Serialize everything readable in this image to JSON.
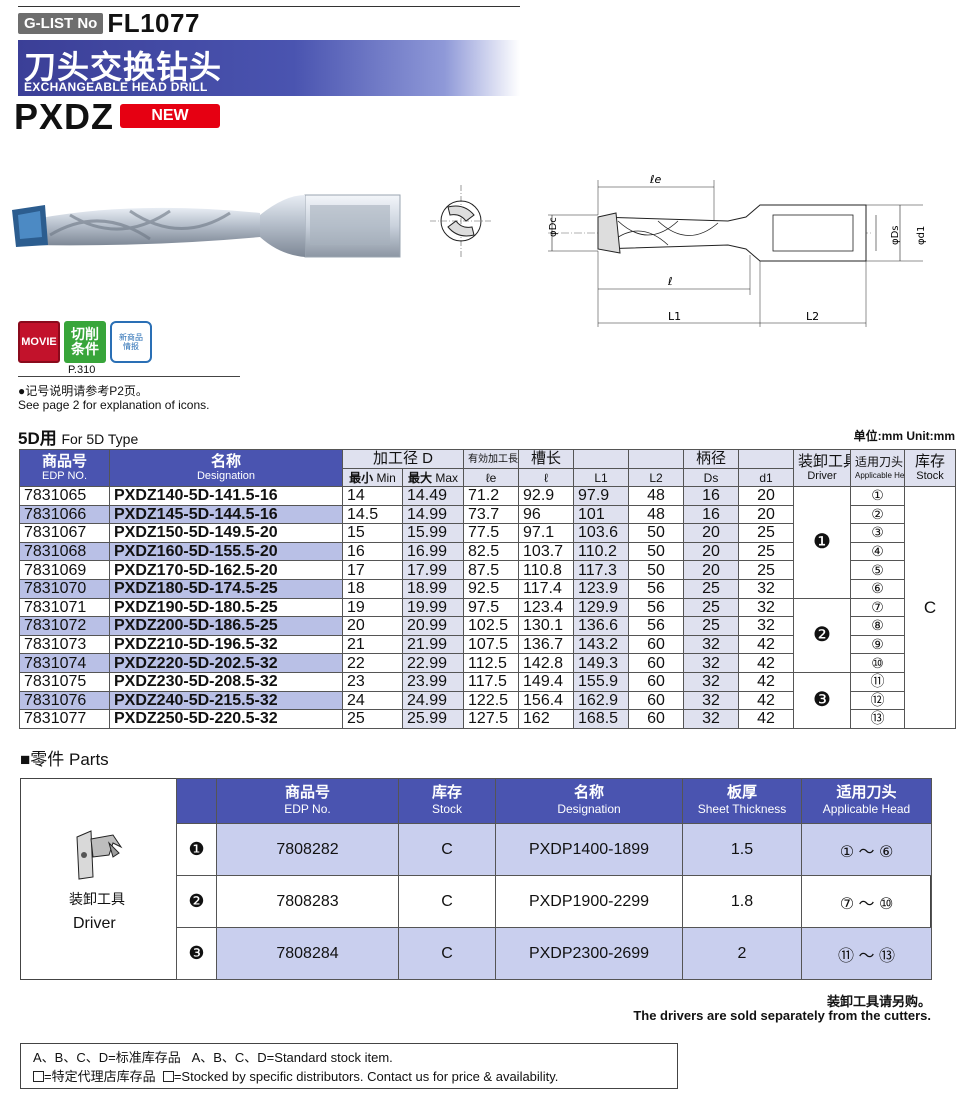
{
  "header": {
    "glist_label": "G-LIST No",
    "glist_no": "FL1077",
    "title_zh": "刀头交换钻头",
    "title_en": "EXCHANGEABLE HEAD DRILL",
    "product": "PXDZ",
    "badge": "NEW"
  },
  "drawing": {
    "le": "ℓe",
    "l": "ℓ",
    "L1": "L1",
    "L2": "L2",
    "Dc": "φDc",
    "Ds": "φDs",
    "d1": "φd1"
  },
  "icons": {
    "movie": "MOVIE",
    "cut_line1": "切削",
    "cut_line2": "条件",
    "new_line1": "新商品",
    "new_line2": "情报",
    "page": "P.310"
  },
  "notes": {
    "line1": "●记号说明请参考P2页。",
    "line2": "See page 2 for explanation of icons."
  },
  "section": {
    "title_zh": "5D用",
    "title_en": "For 5D Type",
    "unit": "单位:mm   Unit:mm"
  },
  "table_header": {
    "edp_zh": "商品号",
    "edp_en": "EDP NO.",
    "name_zh": "名称",
    "name_en": "Designation",
    "d_zh": "加工径 D",
    "min_zh": "最小",
    "min_en": "Min",
    "max_zh": "最大",
    "max_en": "Max",
    "le_zh": "有効加工長",
    "le_en": "ℓe",
    "l_zh": "槽长",
    "l_en": "ℓ",
    "L1": "L1",
    "L2": "L2",
    "ds_zh": "柄径",
    "ds_en": "Ds",
    "d1": "d1",
    "driver_zh": "装卸工具",
    "driver_en": "Driver",
    "head_zh": "适用刀头",
    "head_en": "Applicable Head",
    "stock_zh": "库存",
    "stock_en": "Stock"
  },
  "rows": [
    {
      "edp": "7831065",
      "name": "PXDZ140-5D-141.5-16",
      "min": "14",
      "max": "14.49",
      "le": "71.2",
      "l": "92.9",
      "L1": "97.9",
      "L2": "48",
      "Ds": "16",
      "d1": "20",
      "head": "①"
    },
    {
      "edp": "7831066",
      "name": "PXDZ145-5D-144.5-16",
      "min": "14.5",
      "max": "14.99",
      "le": "73.7",
      "l": "96",
      "L1": "101",
      "L2": "48",
      "Ds": "16",
      "d1": "20",
      "head": "②"
    },
    {
      "edp": "7831067",
      "name": "PXDZ150-5D-149.5-20",
      "min": "15",
      "max": "15.99",
      "le": "77.5",
      "l": "97.1",
      "L1": "103.6",
      "L2": "50",
      "Ds": "20",
      "d1": "25",
      "head": "③"
    },
    {
      "edp": "7831068",
      "name": "PXDZ160-5D-155.5-20",
      "min": "16",
      "max": "16.99",
      "le": "82.5",
      "l": "103.7",
      "L1": "110.2",
      "L2": "50",
      "Ds": "20",
      "d1": "25",
      "head": "④"
    },
    {
      "edp": "7831069",
      "name": "PXDZ170-5D-162.5-20",
      "min": "17",
      "max": "17.99",
      "le": "87.5",
      "l": "110.8",
      "L1": "117.3",
      "L2": "50",
      "Ds": "20",
      "d1": "25",
      "head": "⑤"
    },
    {
      "edp": "7831070",
      "name": "PXDZ180-5D-174.5-25",
      "min": "18",
      "max": "18.99",
      "le": "92.5",
      "l": "117.4",
      "L1": "123.9",
      "L2": "56",
      "Ds": "25",
      "d1": "32",
      "head": "⑥"
    },
    {
      "edp": "7831071",
      "name": "PXDZ190-5D-180.5-25",
      "min": "19",
      "max": "19.99",
      "le": "97.5",
      "l": "123.4",
      "L1": "129.9",
      "L2": "56",
      "Ds": "25",
      "d1": "32",
      "head": "⑦"
    },
    {
      "edp": "7831072",
      "name": "PXDZ200-5D-186.5-25",
      "min": "20",
      "max": "20.99",
      "le": "102.5",
      "l": "130.1",
      "L1": "136.6",
      "L2": "56",
      "Ds": "25",
      "d1": "32",
      "head": "⑧"
    },
    {
      "edp": "7831073",
      "name": "PXDZ210-5D-196.5-32",
      "min": "21",
      "max": "21.99",
      "le": "107.5",
      "l": "136.7",
      "L1": "143.2",
      "L2": "60",
      "Ds": "32",
      "d1": "42",
      "head": "⑨"
    },
    {
      "edp": "7831074",
      "name": "PXDZ220-5D-202.5-32",
      "min": "22",
      "max": "22.99",
      "le": "112.5",
      "l": "142.8",
      "L1": "149.3",
      "L2": "60",
      "Ds": "32",
      "d1": "42",
      "head": "⑩"
    },
    {
      "edp": "7831075",
      "name": "PXDZ230-5D-208.5-32",
      "min": "23",
      "max": "23.99",
      "le": "117.5",
      "l": "149.4",
      "L1": "155.9",
      "L2": "60",
      "Ds": "32",
      "d1": "42",
      "head": "⑪"
    },
    {
      "edp": "7831076",
      "name": "PXDZ240-5D-215.5-32",
      "min": "24",
      "max": "24.99",
      "le": "122.5",
      "l": "156.4",
      "L1": "162.9",
      "L2": "60",
      "Ds": "32",
      "d1": "42",
      "head": "⑫"
    },
    {
      "edp": "7831077",
      "name": "PXDZ250-5D-220.5-32",
      "min": "25",
      "max": "25.99",
      "le": "127.5",
      "l": "162",
      "L1": "168.5",
      "L2": "60",
      "Ds": "32",
      "d1": "42",
      "head": "⑬"
    }
  ],
  "drivers": [
    "❶",
    "❷",
    "❸"
  ],
  "stock_all": "C",
  "parts": {
    "title": "■零件 Parts",
    "driver_zh": "装卸工具",
    "driver_en": "Driver",
    "header": {
      "edp_zh": "商品号",
      "edp_en": "EDP No.",
      "stock_zh": "库存",
      "stock_en": "Stock",
      "name_zh": "名称",
      "name_en": "Designation",
      "thick_zh": "板厚",
      "thick_en": "Sheet Thickness",
      "head_zh": "适用刀头",
      "head_en": "Applicable Head"
    },
    "rows": [
      {
        "mark": "❶",
        "edp": "7808282",
        "stock": "C",
        "name": "PXDP1400-1899",
        "thick": "1.5",
        "head": "① ～ ⑥"
      },
      {
        "mark": "❷",
        "edp": "7808283",
        "stock": "C",
        "name": "PXDP1900-2299",
        "thick": "1.8",
        "head": "⑦ ～ ⑩"
      },
      {
        "mark": "❸",
        "edp": "7808284",
        "stock": "C",
        "name": "PXDP2300-2699",
        "thick": "2",
        "head": "⑪ ～ ⑬"
      }
    ],
    "sold_zh": "装卸工具请另购。",
    "sold_en": "The drivers are sold separately from the cutters."
  },
  "stock_note": {
    "line1_zh": "A、B、C、D=标准库存品",
    "line1_en": "A、B、C、D=Standard stock item.",
    "line2_zh": "=特定代理店库存品",
    "line2_en": "=Stocked by specific distributors. Contact us for price & availability."
  }
}
